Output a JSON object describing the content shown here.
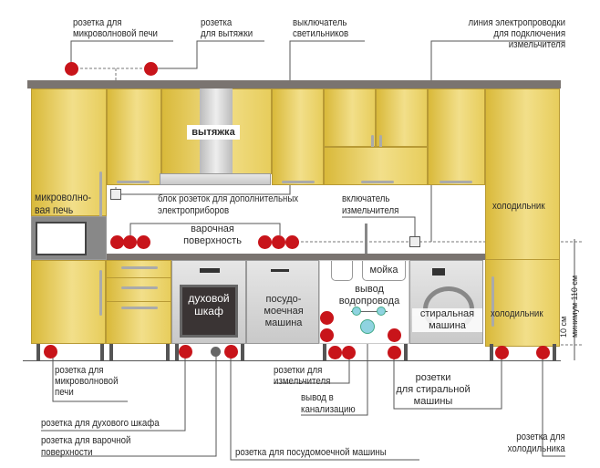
{
  "labels": {
    "top_microwave_socket": "розетка для\nмикроволновой печи",
    "hood_socket": "розетка\nдля вытяжки",
    "light_switch": "выключатель\nсветильников",
    "shredder_line": "линия электропроводки\nдля подключения\nизмельчителя",
    "hood": "вытяжка",
    "microwave": "микроволно-\nвая печь",
    "extra_sockets": "блок розеток для дополнительных\nэлектроприборов",
    "shredder_switch": "включатель\nизмельчителя",
    "hob": "варочная\nповерхность",
    "fridge_top": "холодильник",
    "fridge_bottom": "холодильник",
    "sink": "мойка",
    "water_outlet": "вывод\nводопровода",
    "oven": "духовой\nшкаф",
    "dishwasher": "посудо-\nмоечная\nмашина",
    "washer": "стиральная\nмашина",
    "dim_10": "10 см",
    "dim_110": "минимум 110 см",
    "bottom_microwave_socket": "розетка для\nмикроволновой\nпечи",
    "oven_socket": "розетка для духового шкафа",
    "hob_socket": "розетка для варочной\nповерхности",
    "dishwasher_socket": "розетка для посудомоечной машины",
    "shredder_sockets": "розетки для\nизмельчителя",
    "sewer_outlet": "вывод в\nканализацию",
    "washer_sockets": "розетки\nдля стиральной\nмашины",
    "fridge_socket": "розетка для\nхолодильника"
  },
  "colors": {
    "socket": "#c8141a",
    "cabinet": "#e7cd5c",
    "water": "#8fd3e0"
  }
}
